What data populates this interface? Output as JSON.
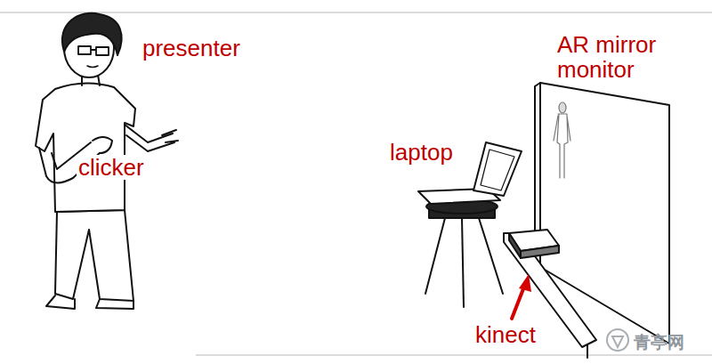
{
  "diagram": {
    "labels": [
      "presenter",
      "clicker",
      "laptop",
      "AR mirror monitor",
      "kinect",
      "青亭网"
    ]
  }
}
